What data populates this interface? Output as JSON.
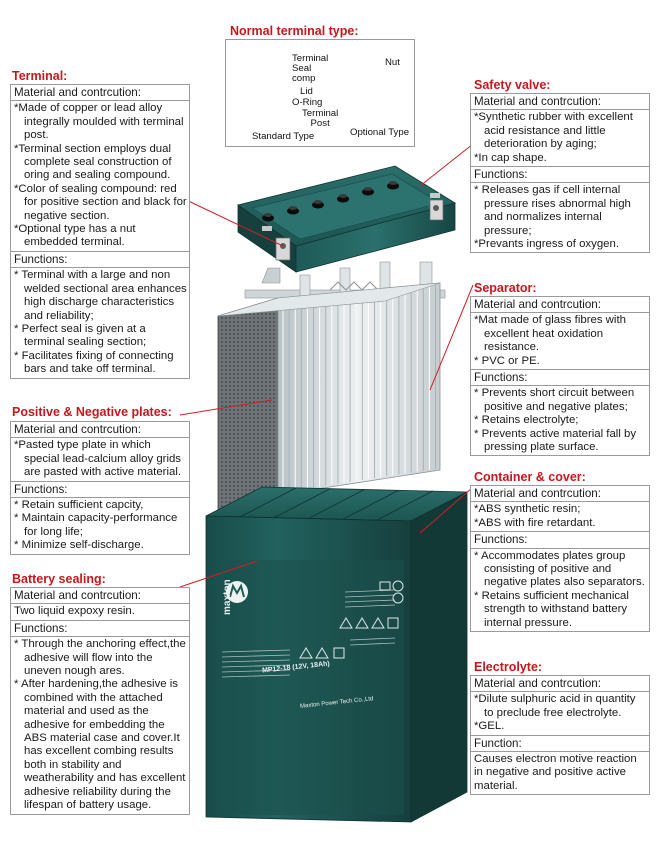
{
  "colors": {
    "title": "#c8161d",
    "battery": "#1f5a57",
    "battery_dark": "#143d3b",
    "plates": "#d7dde0"
  },
  "normal_terminal": {
    "title": "Normal terminal type:",
    "labels": {
      "terminal": "Terminal",
      "seal_comp": "Seal\ncomp",
      "lid": "Lid",
      "oring": "O-Ring",
      "terminal_post": "Terminal\nPost",
      "nut": "Nut",
      "standard": "Standard Type",
      "optional": "Optional Type"
    }
  },
  "terminal": {
    "title": "Terminal:",
    "material_head": "Material and contrcution:",
    "material": [
      "*Made of copper or lead alloy integrally moulded with terminal post.",
      "*Terminal section employs dual complete seal construction of oring and sealing compound.",
      "*Color of sealing compound: red for positive section and black for negative section.",
      "*Optional type has a nut embedded terminal."
    ],
    "functions_head": "Functions:",
    "functions": [
      "* Terminal with a large and non welded sectional area enhances high discharge characteristics and reliability;",
      "* Perfect seal is given at a terminal sealing section;",
      "* Facilitates fixing of connecting bars and take off terminal."
    ]
  },
  "plates": {
    "title": "Positive & Negative plates:",
    "material_head": "Material and contrcution:",
    "material": [
      "*Pasted type plate in which special lead-calcium alloy grids are pasted with active material."
    ],
    "functions_head": "Functions:",
    "functions": [
      "* Retain sufficient capcity,",
      "* Maintain capacity-performance for long life;",
      "* Minimize self-discharge."
    ]
  },
  "sealing": {
    "title": "Battery sealing:",
    "material_head": "Material and contrcution:",
    "material": [
      "Two liquid expoxy resin."
    ],
    "functions_head": "Functions:",
    "functions": [
      "* Through the anchoring effect,the adhesive will flow into the uneven nough ares.",
      "* After hardening,the adhesive is combined with the attached material and used as the adhesive for embedding the ABS material case and cover.It has excellent combing results both in stability and weatherability and has excellent adhesive reliability during the lifespan of battery usage."
    ]
  },
  "valve": {
    "title": "Safety valve:",
    "material_head": "Material and contrcution:",
    "material": [
      "*Synthetic rubber with excellent acid resistance and little deterioration by aging;",
      "*In cap shape."
    ],
    "functions_head": "Functions:",
    "functions": [
      "* Releases gas if cell internal pressure rises abnormal high and normalizes internal pressure;",
      "*Prevants ingress of oxygen."
    ]
  },
  "separator": {
    "title": "Separator:",
    "material_head": "Material and contrcution:",
    "material": [
      "*Mat made of glass fibres with excellent heat oxidation resistance.",
      "* PVC or PE."
    ],
    "functions_head": "Functions:",
    "functions": [
      "* Prevents short circuit between positive and negative plates;",
      "* Retains electrolyte;",
      "* Prevents active material fall by pressing plate surface."
    ]
  },
  "container": {
    "title": "Container & cover:",
    "material_head": "Material and contrcution:",
    "material": [
      "*ABS synthetic resin;",
      "*ABS with fire retardant."
    ],
    "functions_head": "Functions:",
    "functions": [
      "* Accommodates plates group consisting of positive and negative plates also separators.",
      "* Retains sufficient mechanical strength to withstand battery internal pressure."
    ]
  },
  "electrolyte": {
    "title": "Electrolyte:",
    "material_head": "Material and contrcution:",
    "material": [
      "*Dilute sulphuric acid in quantity to preclude free electrolyte.",
      "*GEL."
    ],
    "functions_head": "Function:",
    "functions": [
      "Causes electron motive reaction in negative and positive active material."
    ]
  },
  "battery_label": {
    "brand": "maxton",
    "model": "MP12-18 (12V, 18Ah)",
    "company": "Maxton Power Tech Co.,Ltd"
  }
}
